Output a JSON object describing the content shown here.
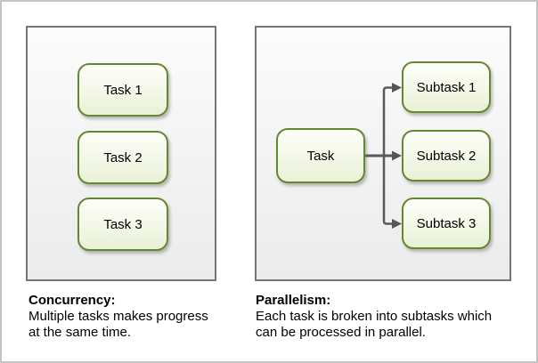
{
  "diagram": {
    "left_panel": {
      "nodes": [
        "Task 1",
        "Task 2",
        "Task 3"
      ],
      "caption": {
        "title": "Concurrency:",
        "line1": "Multiple tasks makes progress",
        "line2": "at the same time."
      }
    },
    "right_panel": {
      "source_node": "Task",
      "subtasks": [
        "Subtask 1",
        "Subtask 2",
        "Subtask 3"
      ],
      "caption": {
        "title": "Parallelism:",
        "line1": "Each task is broken into subtasks which",
        "line2": "can be processed in parallel."
      }
    },
    "colors": {
      "page_border": "#c4c4c4",
      "panel_border": "#767676",
      "panel_fill_top": "#fcfcfc",
      "panel_fill_bottom": "#ebebeb",
      "node_border": "#66862f",
      "node_fill_top": "#fefef9",
      "node_fill_bottom": "#e9f1d6",
      "arrow": "#595959",
      "text": "#000000"
    }
  }
}
